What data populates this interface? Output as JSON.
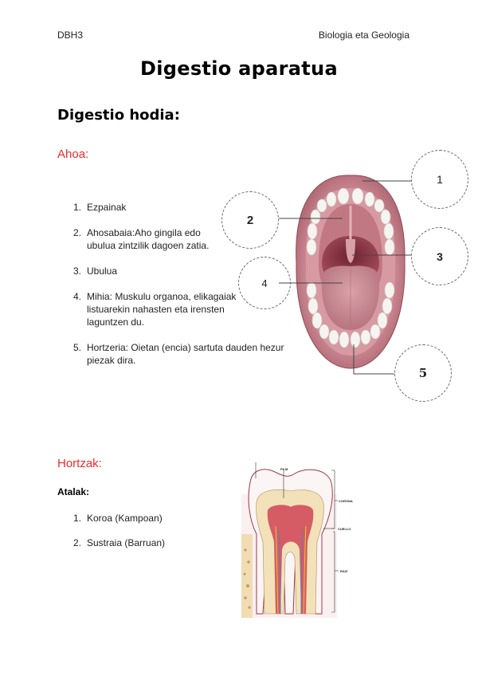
{
  "header": {
    "left": "DBH3",
    "right": "Biologia eta Geologia"
  },
  "title": "Digestio aparatua",
  "section": {
    "title": "Digestio hodia:"
  },
  "ahoa": {
    "heading": "Ahoa:",
    "items": [
      {
        "num": "1.",
        "text": "Ezpainak"
      },
      {
        "num": "2.",
        "text": "Ahosabaia:Aho gingila edo ubulua zintzilik dagoen zatia."
      },
      {
        "num": "3.",
        "text": "Ubulua"
      },
      {
        "num": "4.",
        "text": "Mihia: Muskulu organoa, elikagaiak listuarekin nahasten eta irensten laguntzen du."
      },
      {
        "num": "5.",
        "text": "Hortzeria: Oietan (encia) sartuta dauden hezur piezak dira."
      }
    ],
    "diagram": {
      "callouts": [
        "1",
        "2",
        "3",
        "4",
        "5"
      ]
    }
  },
  "hortzak": {
    "heading": "Hortzak:",
    "subheading": "Atalak:",
    "items": [
      {
        "num": "1.",
        "text": "Koroa (Kampoan)"
      },
      {
        "num": "2.",
        "text": "Sustraia (Barruan)"
      }
    ],
    "diagram": {
      "labels": [
        "FILM",
        "CORONA",
        "CUELLO",
        "RAIZ"
      ]
    }
  },
  "colors": {
    "subheading_red": "#ee2b2b",
    "lip": "#b86a74",
    "mouth_inner": "#8e3a46",
    "tongue": "#c98a92",
    "tooth": "#f4f2ee",
    "dentin": "#f1dfb8",
    "pulp": "#c94a55"
  }
}
